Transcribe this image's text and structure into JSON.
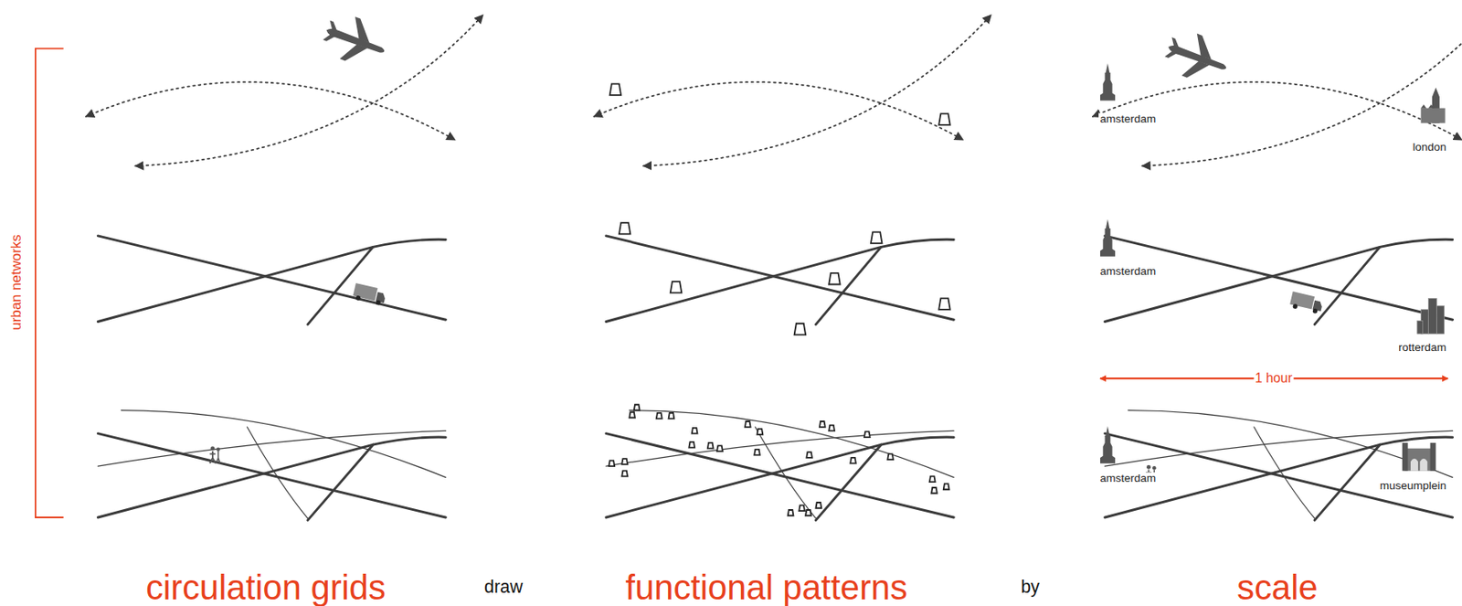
{
  "diagram": {
    "labels": [
      "urban networks",
      "circulation grids",
      "draw",
      "functional patterns",
      "by",
      "scale",
      "amsterdam",
      "london",
      "amsterdam",
      "rotterdam",
      "1 hour",
      "amsterdam",
      "museumplein"
    ]
  }
}
